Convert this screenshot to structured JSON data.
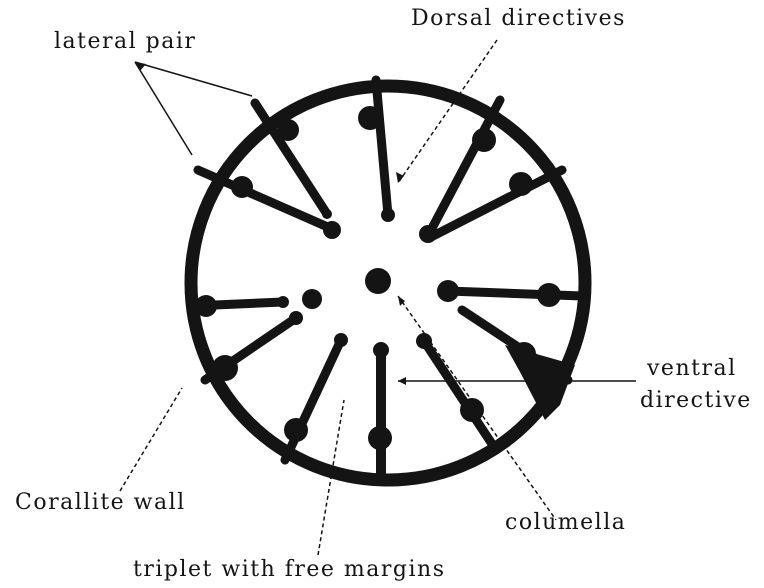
{
  "labels": {
    "lateral_pair": "lateral pair",
    "dorsal_directives": "Dorsal directives",
    "ventral_directive": "ventral directive",
    "ventral_line1": "ventral",
    "ventral_line2": "directive",
    "corallite_wall": "Corallite wall",
    "columella": "columella",
    "triplet": "triplet with free margins"
  },
  "colors": {
    "ink": "#141414",
    "background": "#ffffff"
  }
}
